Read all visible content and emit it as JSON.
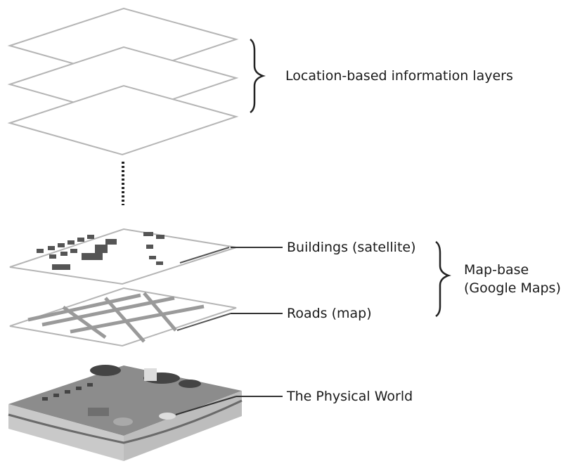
{
  "labels": {
    "info_layers": "Location-based information layers",
    "buildings": "Buildings (satellite)",
    "roads": "Roads (map)",
    "map_base_line1": "Map-base",
    "map_base_line2": "(Google Maps)",
    "physical_world": "The Physical World"
  },
  "layers": [
    {
      "id": "info-layer-1",
      "type": "information",
      "fill": "#ffffff"
    },
    {
      "id": "info-layer-2",
      "type": "information",
      "fill": "#ffffff"
    },
    {
      "id": "info-layer-3",
      "type": "information",
      "fill": "#ffffff"
    },
    {
      "id": "buildings-layer",
      "type": "buildings",
      "fill": "#ffffff"
    },
    {
      "id": "roads-layer",
      "type": "roads",
      "fill": "#ffffff"
    },
    {
      "id": "physical-world-block",
      "type": "terrain",
      "fill": "#9a9a9a"
    }
  ],
  "colors": {
    "layer_stroke": "#b5b5b5",
    "leader_line": "#333333",
    "brace": "#222222",
    "road": "#9a9a9a",
    "building": "#555555",
    "terrain_top": "#8c8c8c",
    "terrain_side": "#7a7a7a",
    "soil": "#c9c9c9"
  }
}
